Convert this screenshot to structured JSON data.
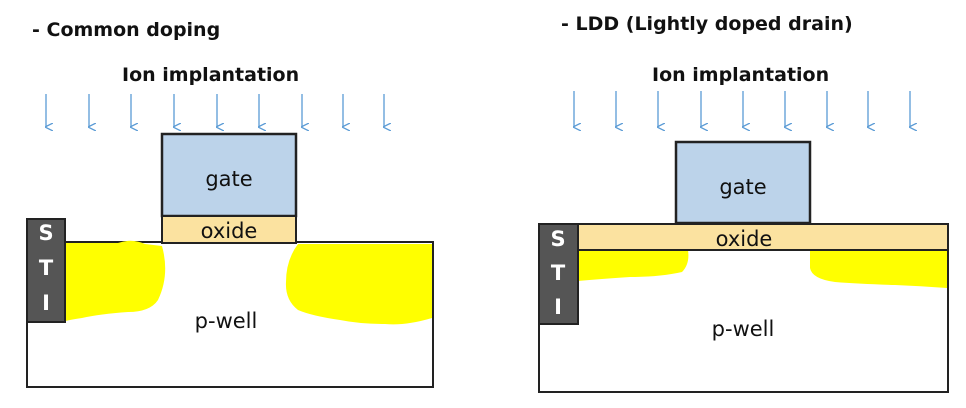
{
  "left_panel": {
    "title": "- Common doping",
    "subtitle": "Ion implantation",
    "gate_label": "gate",
    "oxide_label": "oxide",
    "well_label": "p-well",
    "sti_letters": [
      "S",
      "T",
      "I"
    ]
  },
  "right_panel": {
    "title": "- LDD (Lightly doped drain)",
    "subtitle": "Ion implantation",
    "gate_label": "gate",
    "oxide_label": "oxide",
    "well_label": "p-well",
    "sti_letters": [
      "S",
      "T",
      "I"
    ]
  },
  "colors": {
    "gate": "#bcd3ea",
    "oxide": "#fbe2a0",
    "doping": "#ffff00",
    "sti": "#555555",
    "arrow": "#5b9bd5",
    "outline": "#222222"
  }
}
